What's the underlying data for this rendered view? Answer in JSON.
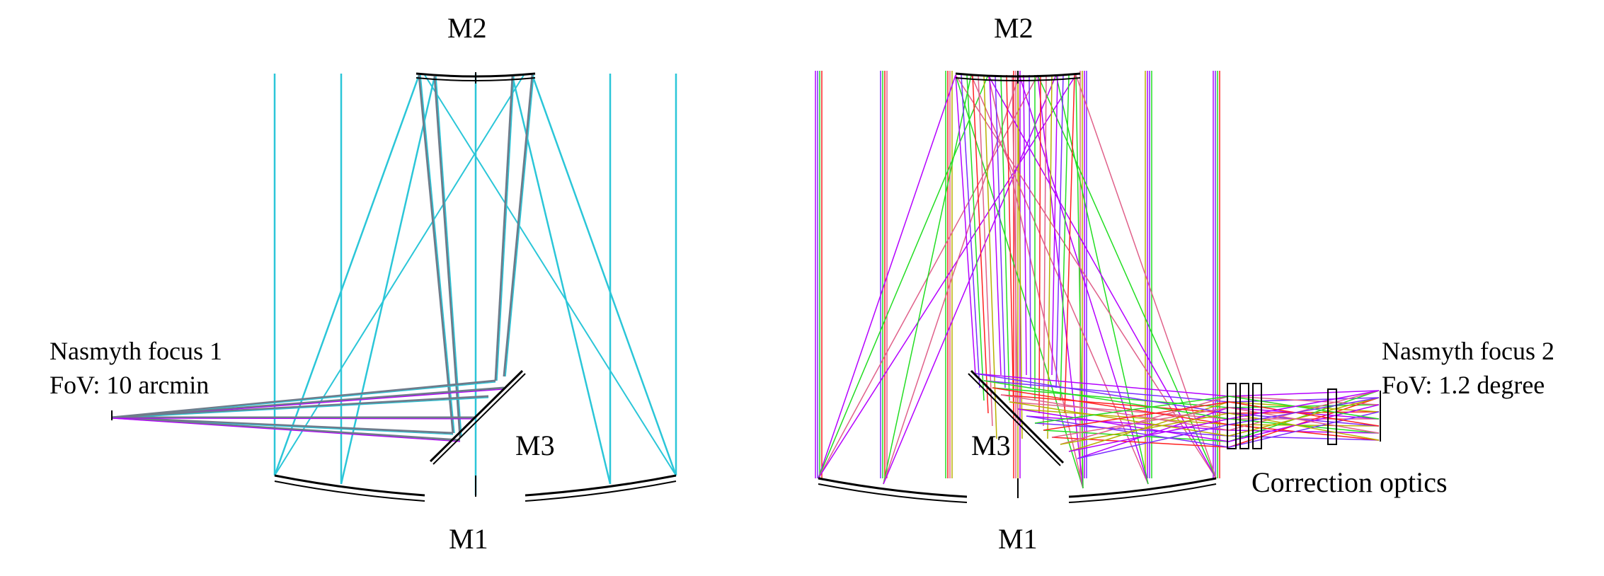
{
  "left_panel": {
    "m2_label": "M2",
    "m1_label": "M1",
    "m3_label": "M3",
    "focus_title": "Nasmyth focus 1",
    "focus_fov": "FoV: 10 arcmin"
  },
  "right_panel": {
    "m2_label": "M2",
    "m1_label": "M1",
    "m3_label": "M3",
    "focus_title": "Nasmyth focus 2",
    "focus_fov": "FoV: 1.2 degree",
    "correction_label": "Correction optics"
  },
  "colors": {
    "mirror": "#000000",
    "ray_cyan": "#2bc6d8",
    "ray_gray": "#6f7b8a",
    "ray_magenta": "#b400ff",
    "ray_purple": "#7a2cff",
    "ray_green": "#22dd22",
    "ray_red": "#ff2020",
    "ray_pink": "#e0608a",
    "ray_olive": "#b8b000"
  }
}
